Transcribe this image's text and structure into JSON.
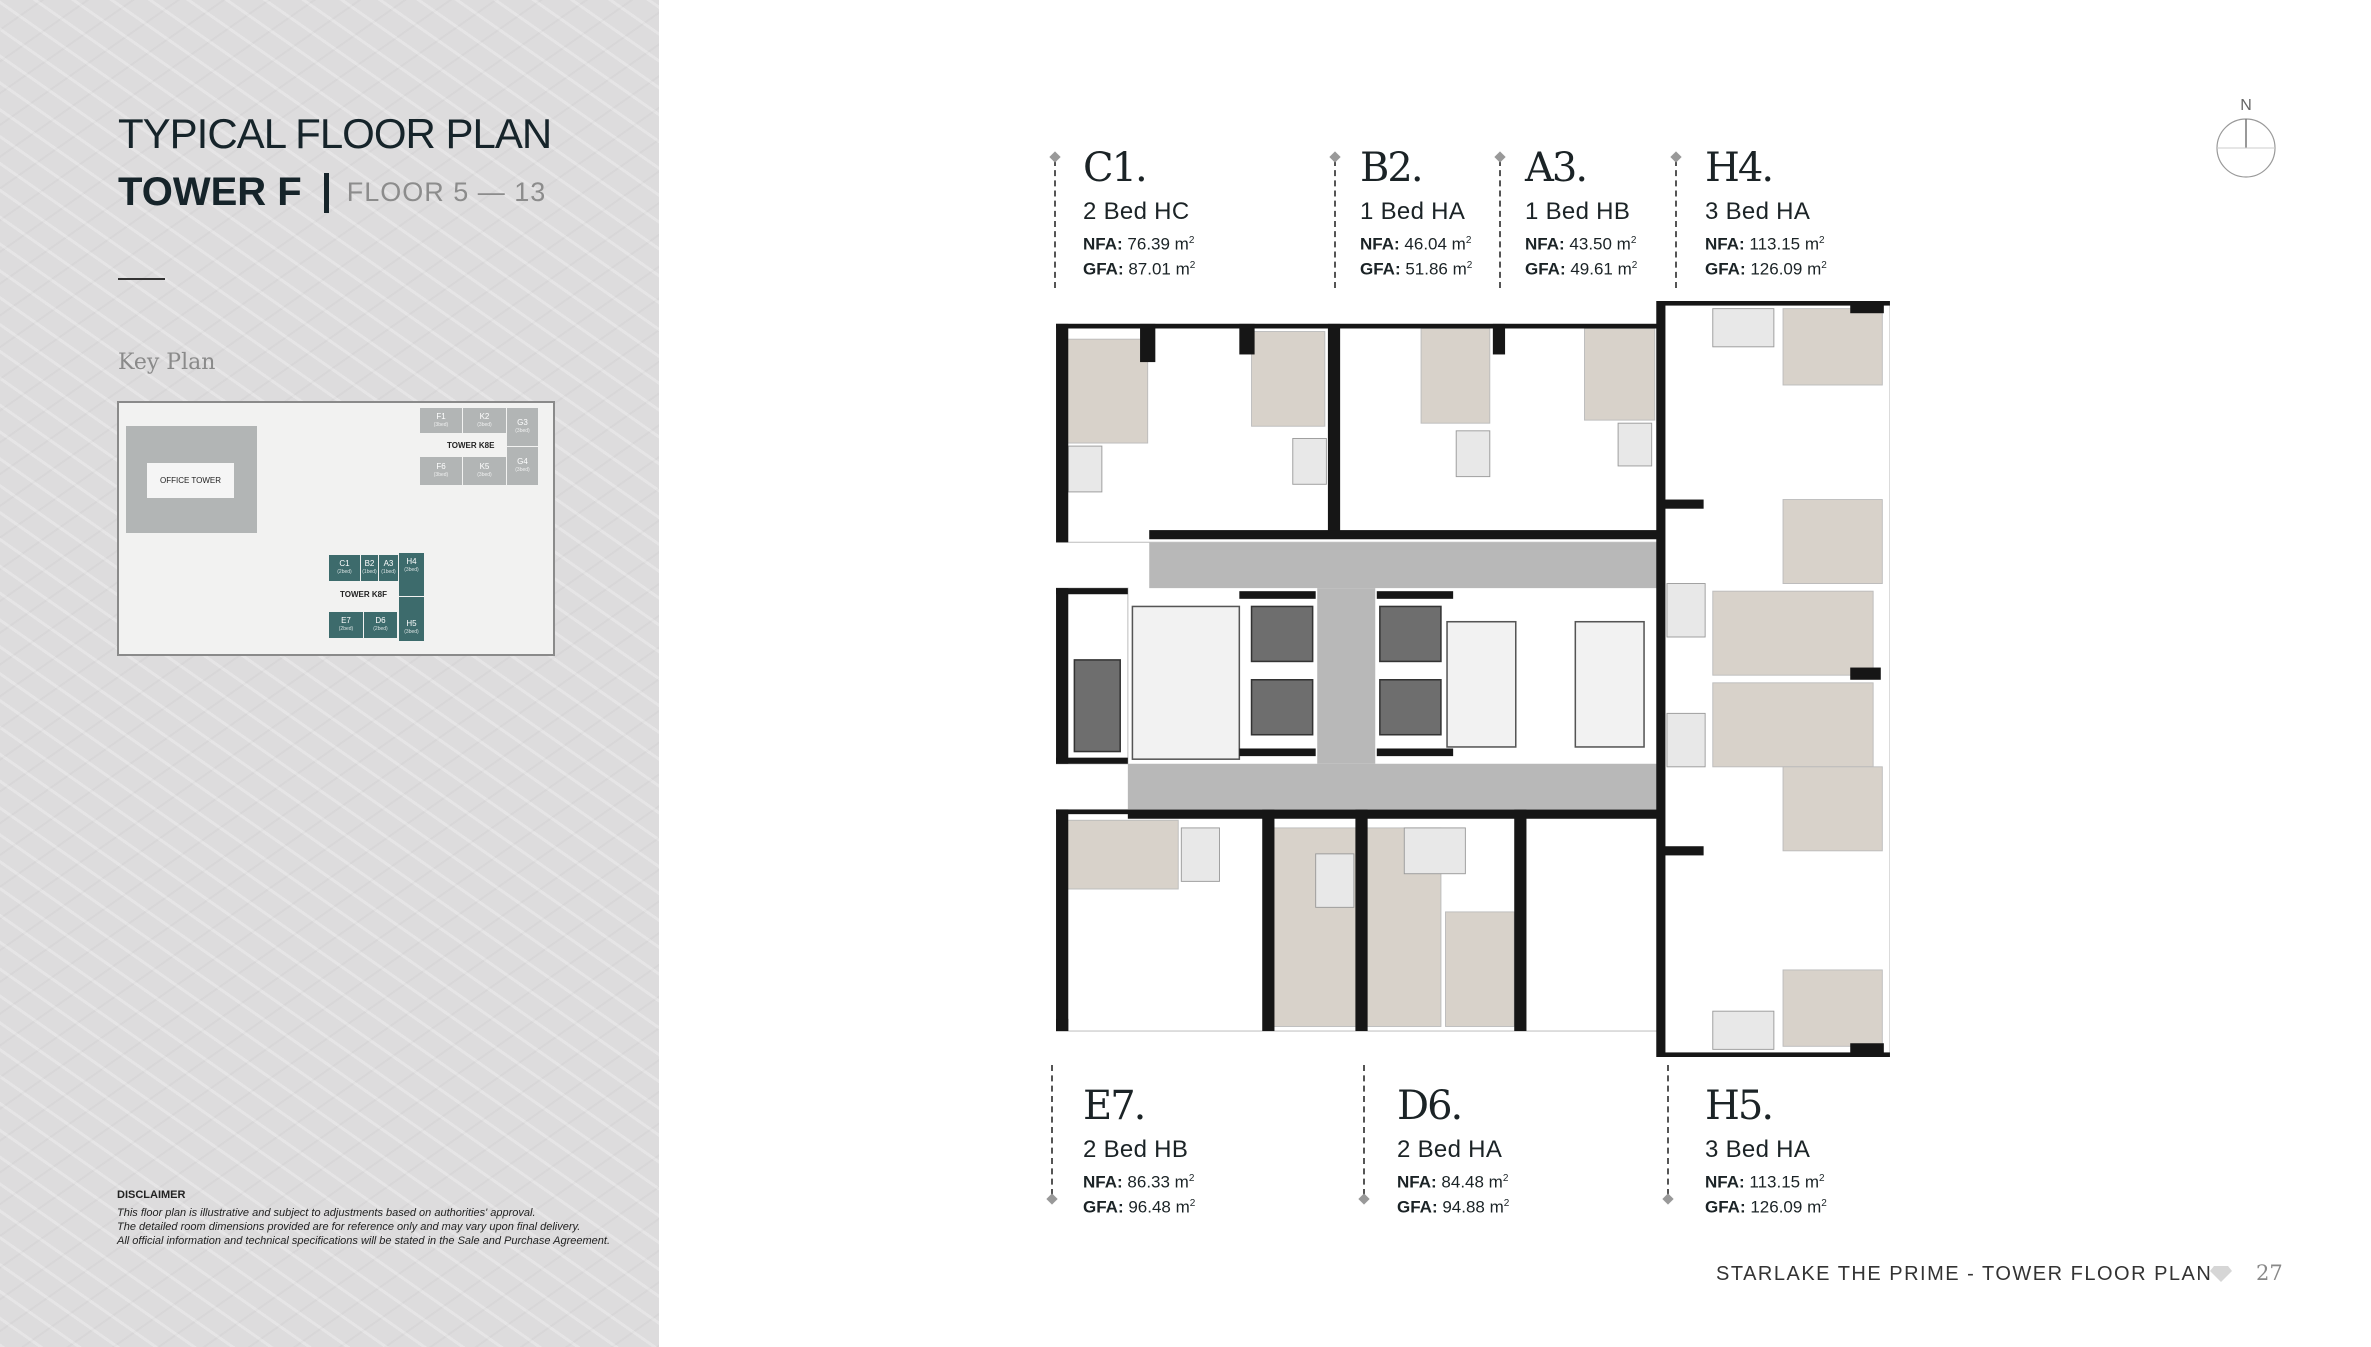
{
  "header": {
    "title": "TYPICAL FLOOR PLAN",
    "tower": "TOWER F",
    "floors": "FLOOR 5 — 13"
  },
  "key_plan": {
    "title": "Key Plan",
    "office_tower": "OFFICE TOWER",
    "tower_k8e": {
      "label": "TOWER K8E",
      "units": [
        {
          "code": "F1",
          "beds": "(3bed)"
        },
        {
          "code": "K2",
          "beds": "(3bed)"
        },
        {
          "code": "G3",
          "beds": "(3bed)"
        },
        {
          "code": "F6",
          "beds": "(3bed)"
        },
        {
          "code": "K5",
          "beds": "(3bed)"
        },
        {
          "code": "G4",
          "beds": "(3bed)"
        }
      ]
    },
    "tower_k8f": {
      "label": "TOWER K8F",
      "units": [
        {
          "code": "C1",
          "beds": "(2bed)"
        },
        {
          "code": "B2",
          "beds": "(1bed)"
        },
        {
          "code": "A3",
          "beds": "(1bed)"
        },
        {
          "code": "H4",
          "beds": "(3bed)"
        },
        {
          "code": "E7",
          "beds": "(2bed)"
        },
        {
          "code": "D6",
          "beds": "(2bed)"
        },
        {
          "code": "H5",
          "beds": "(3bed)"
        }
      ]
    }
  },
  "disclaimer": {
    "title": "DISCLAIMER",
    "lines": [
      "This floor plan is illustrative and subject to adjustments based on authorities' approval.",
      "The detailed room dimensions provided are for reference only and may vary upon final delivery.",
      "All official information and technical specifications will be stated in the Sale and Purchase Agreement."
    ]
  },
  "units": [
    {
      "code": "C1.",
      "type": "2 Bed HC",
      "nfa_label": "NFA:",
      "nfa": "76.39 m",
      "gfa_label": "GFA:",
      "gfa": "87.01 m"
    },
    {
      "code": "B2.",
      "type": "1 Bed HA",
      "nfa_label": "NFA:",
      "nfa": "46.04 m",
      "gfa_label": "GFA:",
      "gfa": "51.86 m"
    },
    {
      "code": "A3.",
      "type": "1 Bed HB",
      "nfa_label": "NFA:",
      "nfa": "43.50 m",
      "gfa_label": "GFA:",
      "gfa": "49.61 m"
    },
    {
      "code": "H4.",
      "type": "3 Bed HA",
      "nfa_label": "NFA:",
      "nfa": "113.15 m",
      "gfa_label": "GFA:",
      "gfa": "126.09 m"
    },
    {
      "code": "E7.",
      "type": "2 Bed HB",
      "nfa_label": "NFA:",
      "nfa": "86.33 m",
      "gfa_label": "GFA:",
      "gfa": "96.48 m"
    },
    {
      "code": "D6.",
      "type": "2 Bed HA",
      "nfa_label": "NFA:",
      "nfa": "84.48 m",
      "gfa_label": "GFA:",
      "gfa": "94.88 m"
    },
    {
      "code": "H5.",
      "type": "3 Bed HA",
      "nfa_label": "NFA:",
      "nfa": "113.15 m",
      "gfa_label": "GFA:",
      "gfa": "126.09 m"
    }
  ],
  "unit_sq": "2",
  "compass": {
    "label": "N"
  },
  "footer": {
    "text": "STARLAKE THE PRIME - TOWER FLOOR PLAN",
    "page": "27"
  }
}
